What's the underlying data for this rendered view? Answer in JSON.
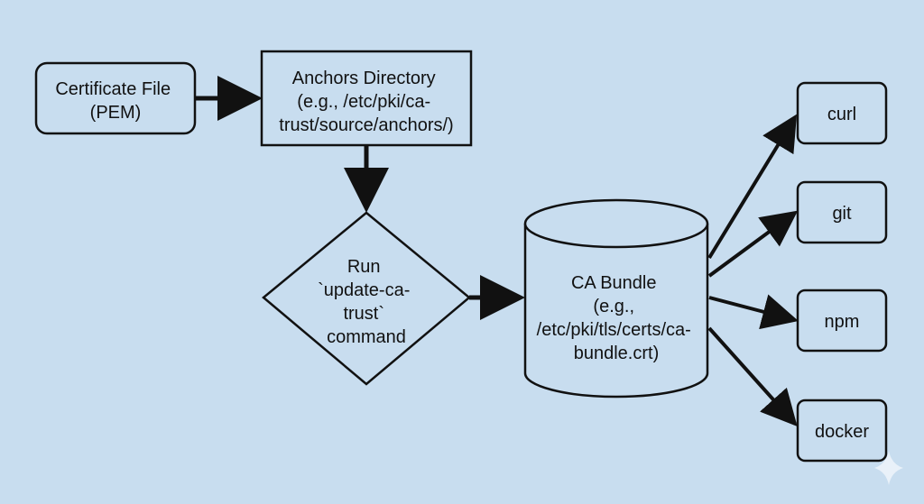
{
  "colors": {
    "background": "#c8ddef",
    "stroke": "#111111",
    "node_fill": "#c8ddef",
    "sparkle": "#eef4fa"
  },
  "nodes": {
    "certificate_file": {
      "lines": [
        "Certificate File",
        "(PEM)"
      ]
    },
    "anchors_directory": {
      "lines": [
        "Anchors Directory",
        "(e.g., /etc/pki/ca-",
        "trust/source/anchors/)"
      ]
    },
    "run_command": {
      "lines": [
        "Run",
        "`update-ca-",
        "trust`",
        "command"
      ]
    },
    "ca_bundle": {
      "lines": [
        "CA Bundle",
        "(e.g.,",
        "/etc/pki/tls/certs/ca-",
        "bundle.crt)"
      ]
    },
    "curl": {
      "lines": [
        "curl"
      ]
    },
    "git": {
      "lines": [
        "git"
      ]
    },
    "npm": {
      "lines": [
        "npm"
      ]
    },
    "docker": {
      "lines": [
        "docker"
      ]
    }
  },
  "watermark_icon": "sparkle-icon"
}
